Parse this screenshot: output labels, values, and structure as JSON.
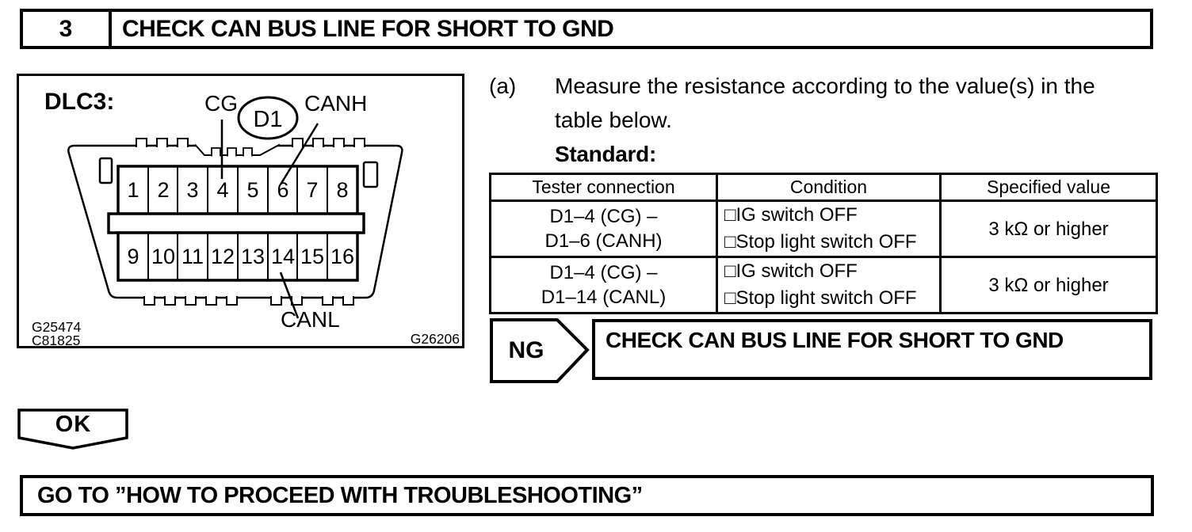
{
  "colors": {
    "ink": "#000000",
    "paper": "#ffffff"
  },
  "step_header": {
    "number": "3",
    "title": "CHECK CAN BUS LINE FOR SHORT TO GND"
  },
  "diagram": {
    "title": "DLC3:",
    "connector_id": "D1",
    "labels": {
      "cg": "CG",
      "canh": "CANH",
      "canl": "CANL"
    },
    "pins_top": [
      "1",
      "2",
      "3",
      "4",
      "5",
      "6",
      "7",
      "8"
    ],
    "pins_bottom": [
      "9",
      "10",
      "11",
      "12",
      "13",
      "14",
      "15",
      "16"
    ],
    "figure_codes": {
      "code1": "G25474",
      "code2": "C81825",
      "code3": "G26206"
    }
  },
  "instruction": {
    "marker": "(a)",
    "lines": [
      "Measure the resistance according to the value(s) in the",
      "table below."
    ],
    "standard_label": "Standard:"
  },
  "spec_table": {
    "headers": [
      "Tester connection",
      "Condition",
      "Specified value"
    ],
    "rows": [
      {
        "tester_connection": [
          "D1–4 (CG) –",
          "D1–6 (CANH)"
        ],
        "condition": [
          "□IG switch OFF",
          "□Stop light switch OFF"
        ],
        "specified_value": "3 kΩ or higher"
      },
      {
        "tester_connection": [
          "D1–4 (CG) –",
          "D1–14 (CANL)"
        ],
        "condition": [
          "□IG switch OFF",
          "□Stop light switch OFF"
        ],
        "specified_value": "3 kΩ or higher"
      }
    ]
  },
  "ng_branch": {
    "label": "NG",
    "action": "CHECK CAN BUS LINE FOR SHORT TO GND"
  },
  "ok_branch": {
    "label": "OK"
  },
  "footer_action": {
    "text": "GO TO ”HOW TO PROCEED WITH TROUBLESHOOTING”"
  }
}
